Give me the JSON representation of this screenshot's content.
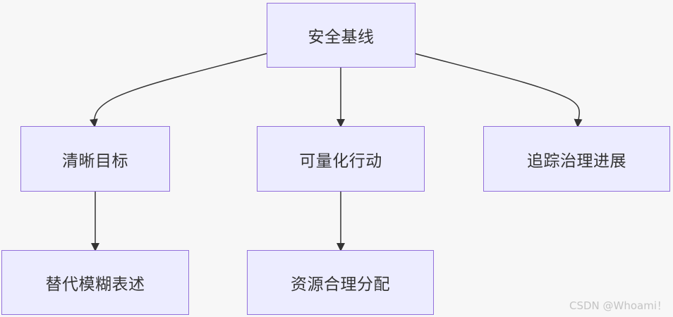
{
  "diagram": {
    "nodes": {
      "root": "安全基线",
      "clear_goal": "清晰目标",
      "quantified_action": "可量化行动",
      "track_progress": "追踪治理进展",
      "replace_vague": "替代模糊表述",
      "allocate_resources": "资源合理分配"
    },
    "edges": [
      [
        "root",
        "clear_goal"
      ],
      [
        "root",
        "quantified_action"
      ],
      [
        "root",
        "track_progress"
      ],
      [
        "clear_goal",
        "replace_vague"
      ],
      [
        "quantified_action",
        "allocate_resources"
      ]
    ],
    "colors": {
      "node_fill": "#ececff",
      "node_border": "#9370db",
      "edge": "#333333",
      "background": "#f7f7f7"
    }
  },
  "watermark": "CSDN @Whoami！"
}
